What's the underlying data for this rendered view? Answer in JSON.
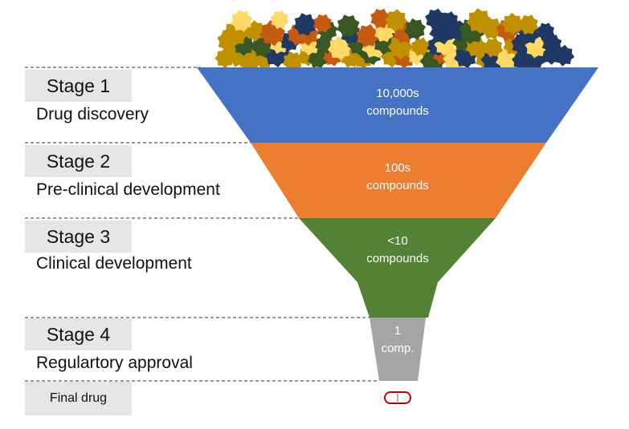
{
  "stages": [
    {
      "label": "Stage 1",
      "description": "Drug discovery",
      "count": "10,000s",
      "unit": "compounds"
    },
    {
      "label": "Stage 2",
      "description": "Pre-clinical development",
      "count": "100s",
      "unit": "compounds"
    },
    {
      "label": "Stage 3",
      "description": "Clinical development",
      "count": "<10",
      "unit": "compounds"
    },
    {
      "label": "Stage 4",
      "description": "Regulartory approval",
      "count": "1",
      "unit": "comp."
    }
  ],
  "final": {
    "label": "Final drug",
    "icon": "pill-icon"
  },
  "colors": {
    "stage1": "#4472c4",
    "stage2": "#ed7d31",
    "stage3": "#548235",
    "stage4": "#a5a5a5",
    "pill_outline": "#c00000",
    "compound_palette": [
      "#203864",
      "#c55a11",
      "#bf9000",
      "#385723",
      "#ffd966"
    ]
  },
  "icons": {
    "compounds": "compound-pile-icon"
  }
}
